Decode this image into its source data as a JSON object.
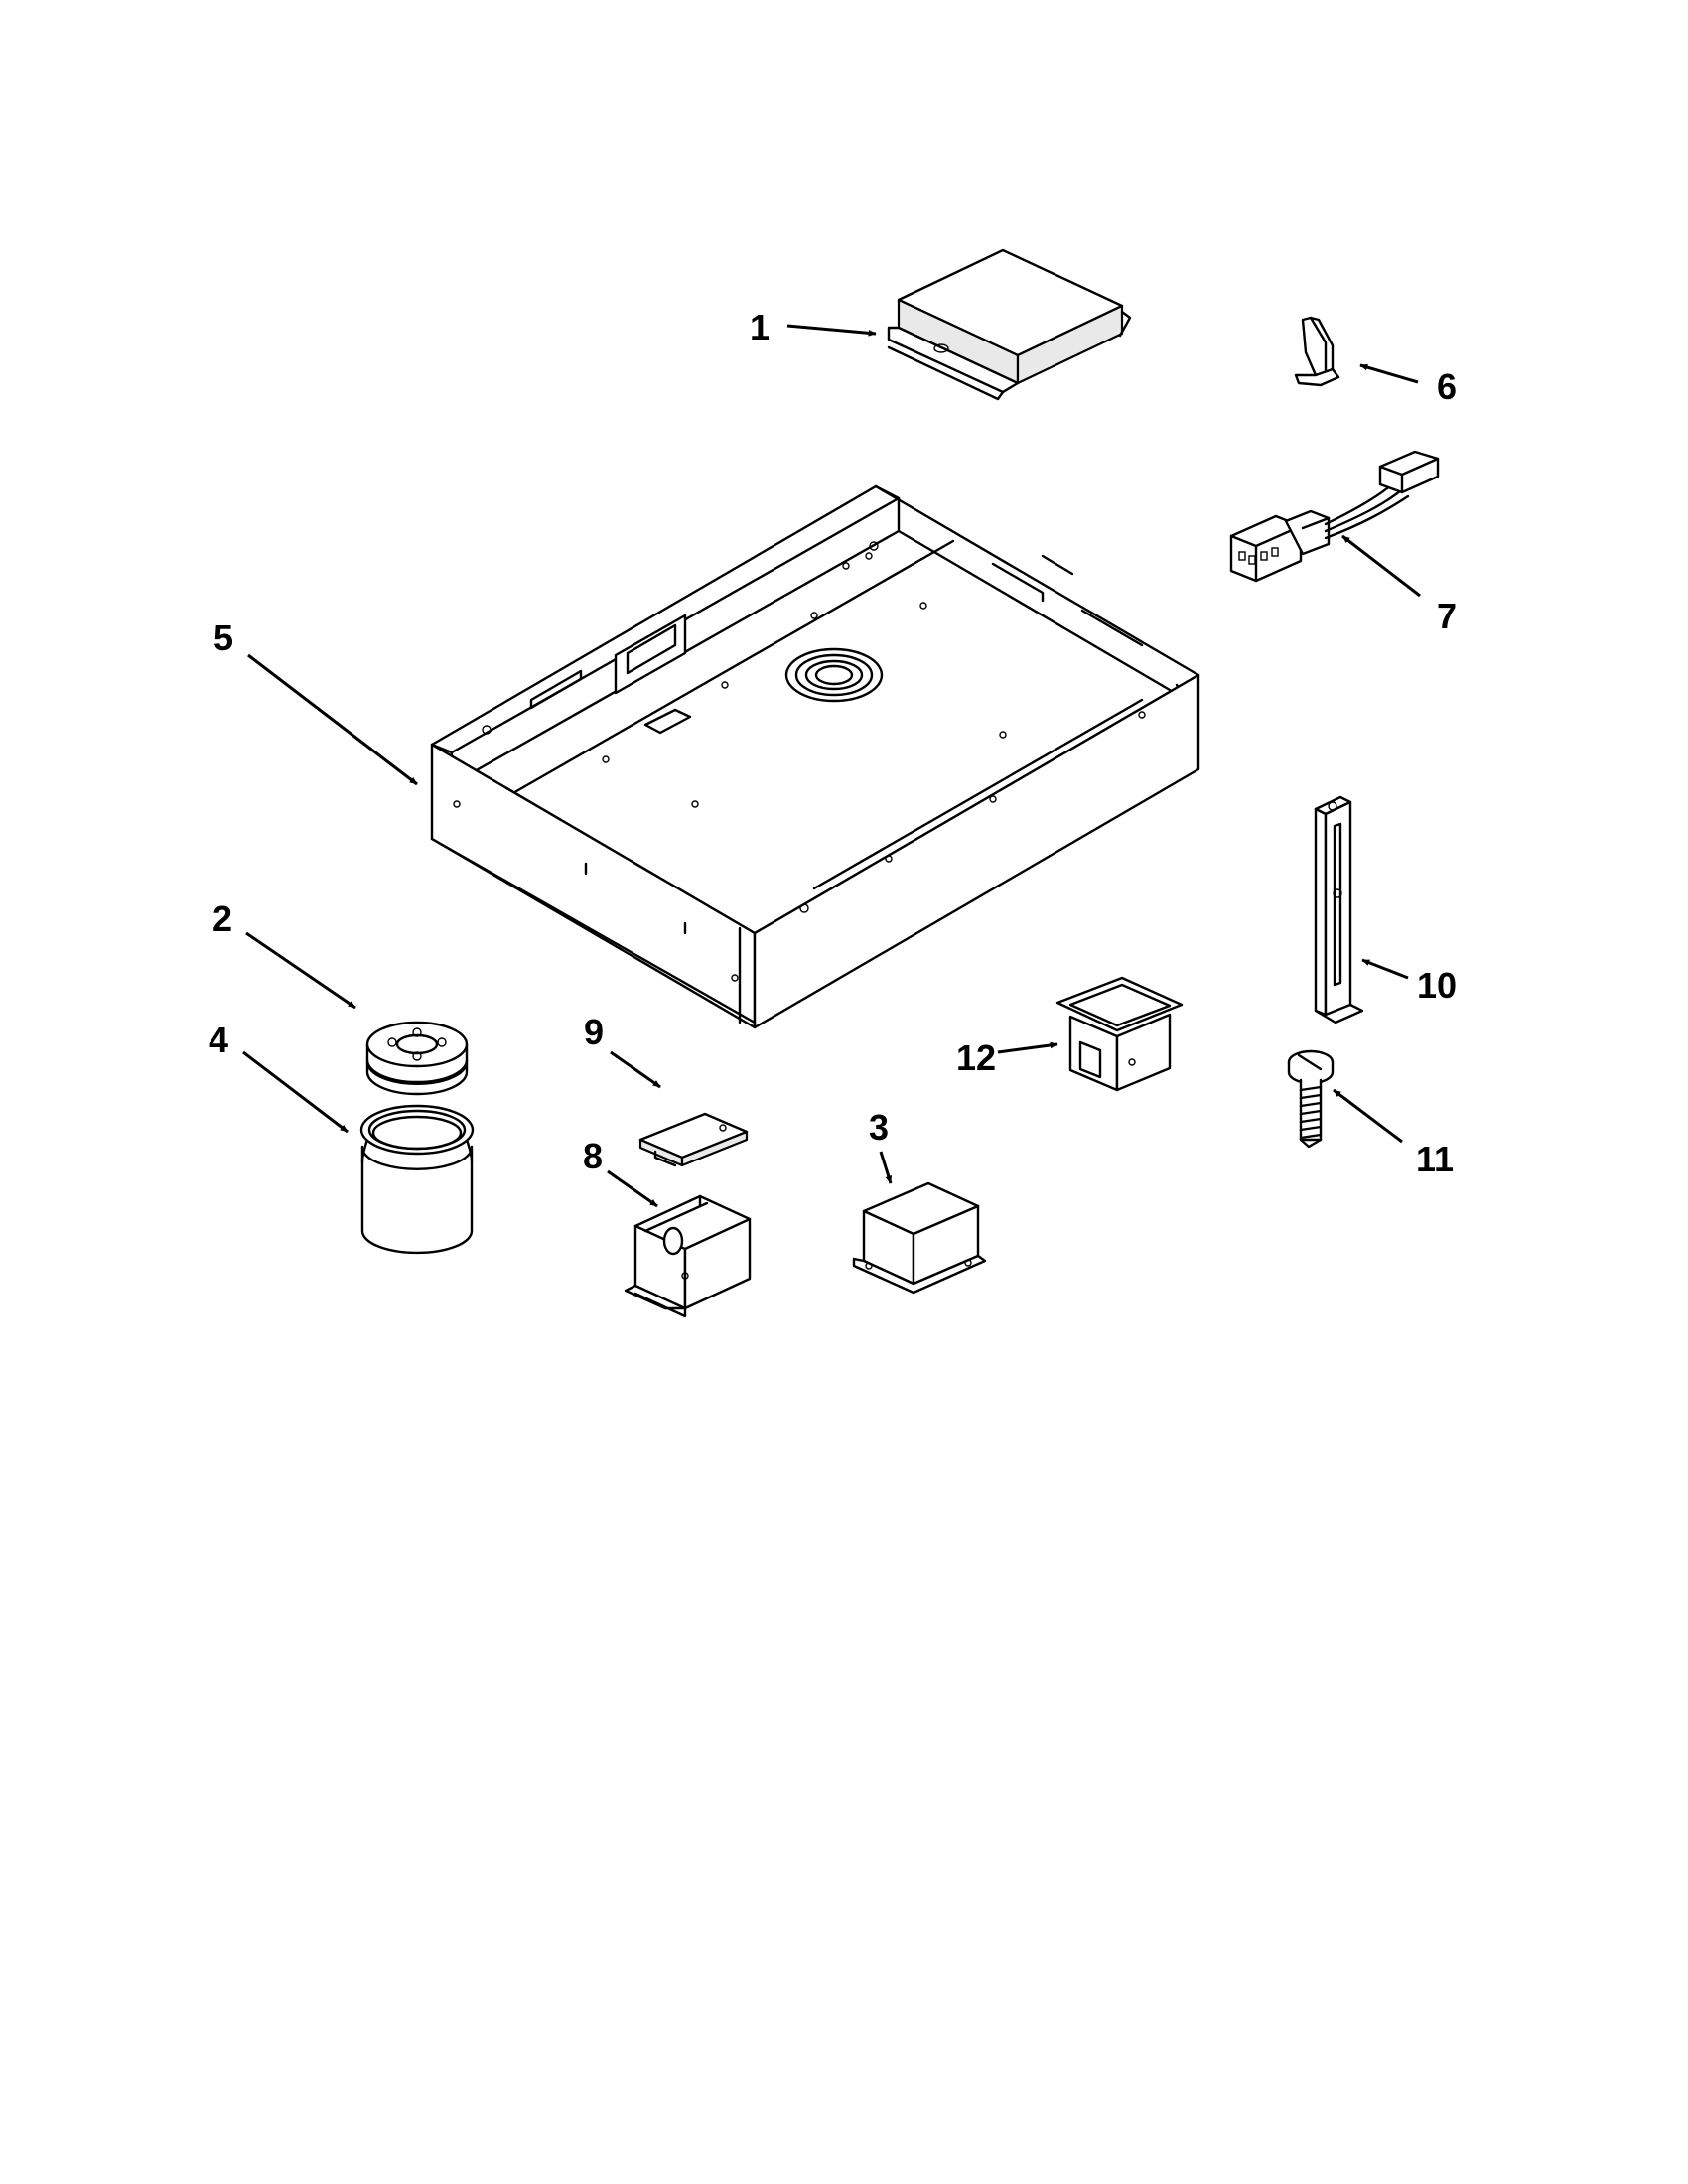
{
  "callouts": [
    "1",
    "2",
    "3",
    "4",
    "5",
    "6",
    "7",
    "8",
    "9",
    "10",
    "11",
    "12"
  ]
}
